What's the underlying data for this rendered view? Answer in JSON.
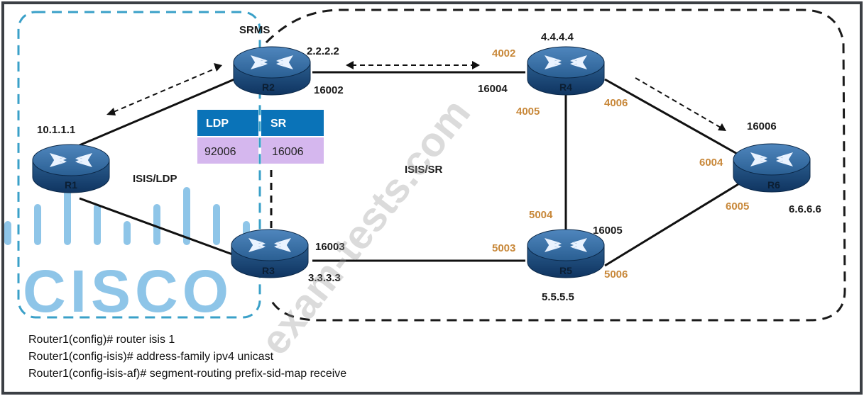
{
  "labels": {
    "srms": "SRMS",
    "isis_ldp": "ISIS/LDP",
    "isis_sr": "ISIS/SR"
  },
  "routers": {
    "r1": {
      "name": "R1",
      "address": "10.1.1.1"
    },
    "r2": {
      "name": "R2",
      "address": "2.2.2.2",
      "sid": "16002"
    },
    "r3": {
      "name": "R3",
      "address": "3.3.3.3",
      "sid": "16003"
    },
    "r4": {
      "name": "R4",
      "address": "4.4.4.4",
      "sid": "16004"
    },
    "r5": {
      "name": "R5",
      "address": "5.5.5.5",
      "sid": "16005"
    },
    "r6": {
      "name": "R6",
      "address": "6.6.6.6",
      "sid": "16006"
    }
  },
  "ports": {
    "p4002": "4002",
    "p4005": "4005",
    "p4006": "4006",
    "p5003": "5003",
    "p5004": "5004",
    "p5006": "5006",
    "p6004": "6004",
    "p6005": "6005"
  },
  "label_table": {
    "headers": [
      "LDP",
      "SR"
    ],
    "values": [
      "92006",
      "16006"
    ]
  },
  "commands": [
    "Router1(config)# router isis 1",
    "Router1(config-isis)# address-family ipv4 unicast",
    "Router1(config-isis-af)# segment-routing prefix-sid-map receive"
  ],
  "logo": "CISCO",
  "watermark": "exam-tests.com",
  "colors": {
    "router_blue": "#2a5f93",
    "table_header": "#0a73b8",
    "table_cell": "#d5b7ee",
    "port_label": "#c8883a",
    "domain_dash": "#3aa0c8"
  }
}
